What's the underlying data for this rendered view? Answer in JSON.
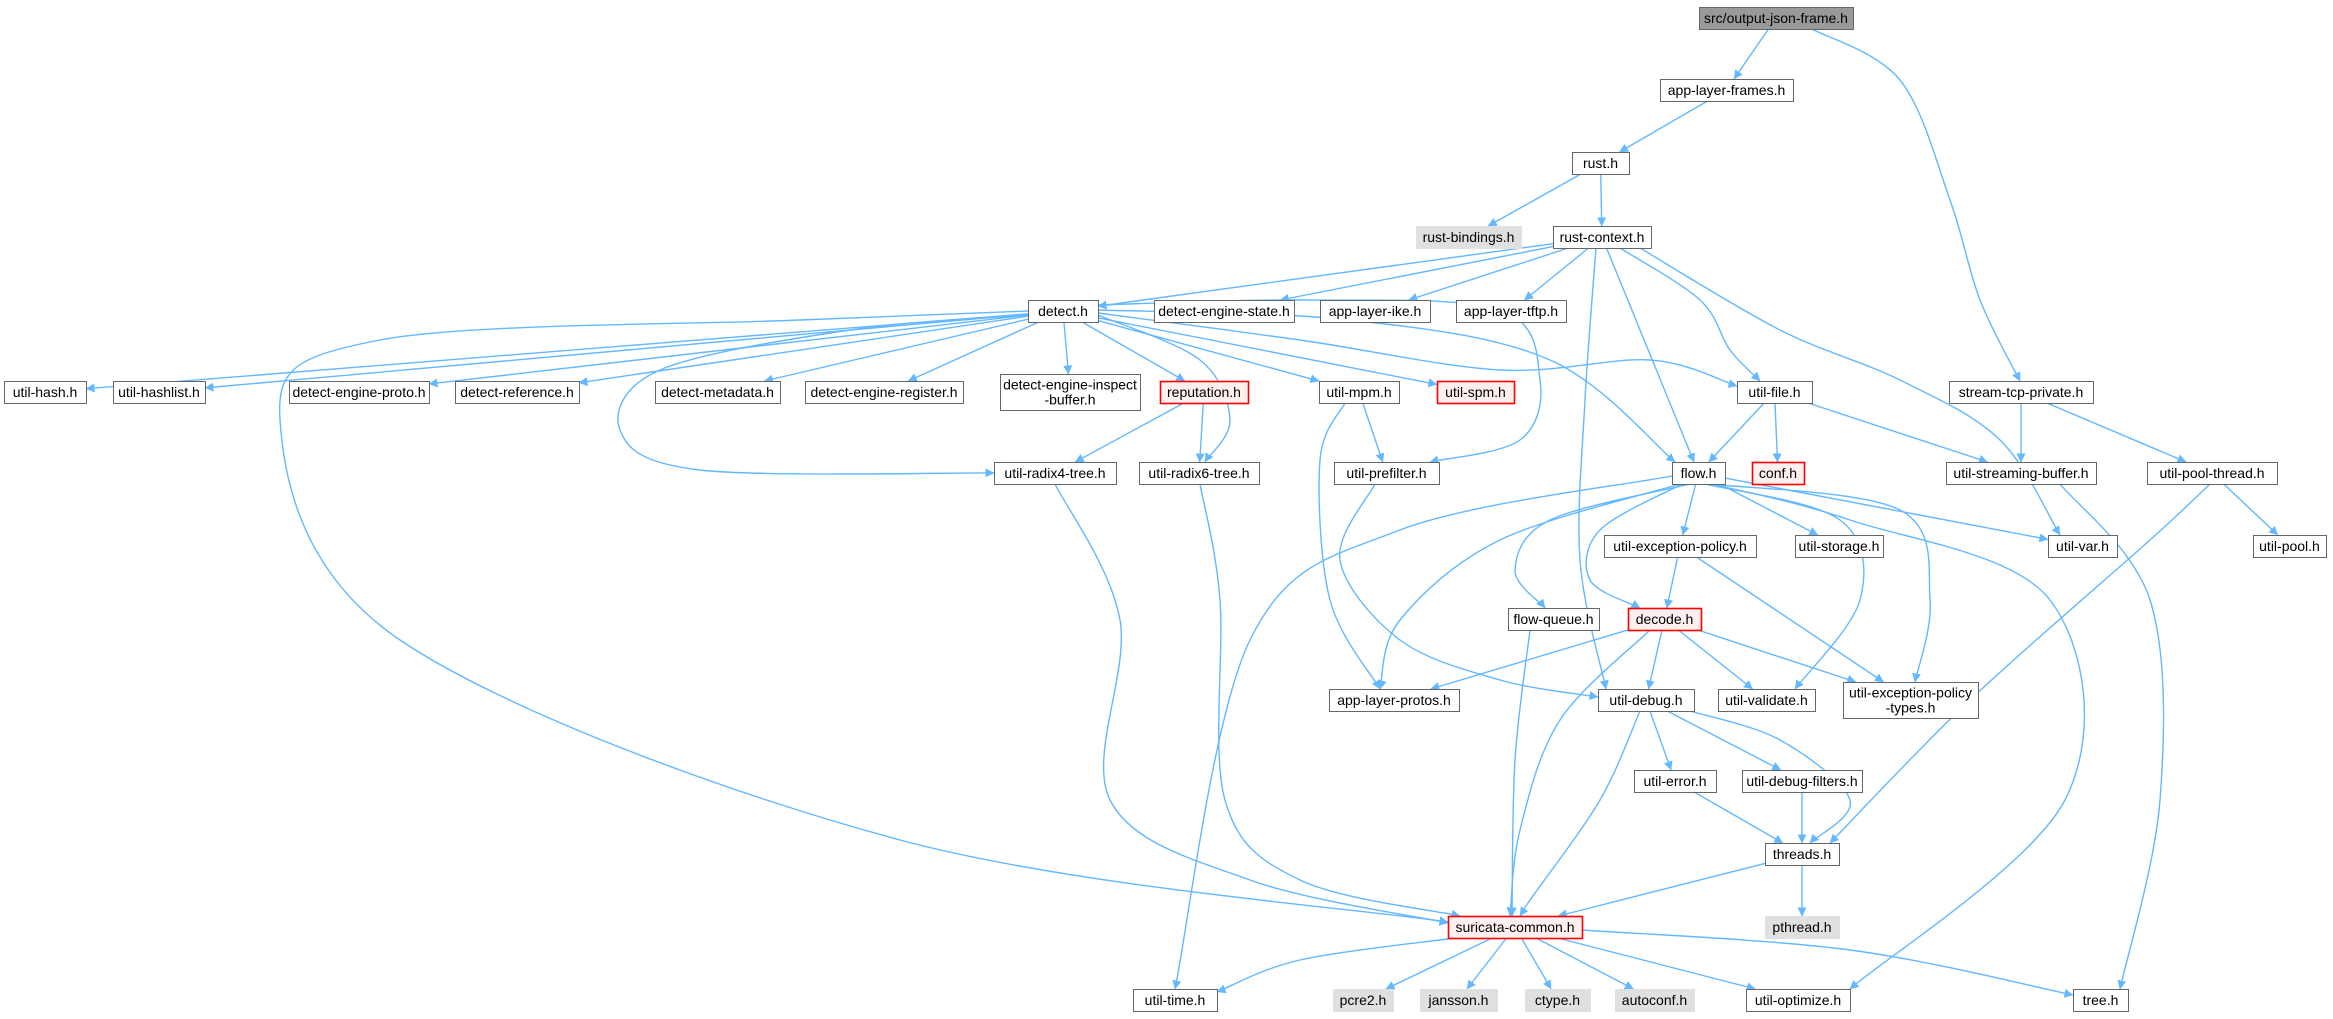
{
  "graph": {
    "colors": {
      "edge": "#63b8ff",
      "node_border": "#666666",
      "node_fill": "#ffffff",
      "root_fill": "#999999",
      "external_fill": "#e0e0e0",
      "truncated_border": "#ff0000",
      "truncated_fill": "#fff0f0"
    },
    "nodes": [
      {
        "id": "output_json_frame",
        "label": "src/output-json-frame.h",
        "kind": "root"
      },
      {
        "id": "app_layer_frames",
        "label": "app-layer-frames.h",
        "kind": "normal"
      },
      {
        "id": "rust",
        "label": "rust.h",
        "kind": "normal"
      },
      {
        "id": "rust_bindings",
        "label": "rust-bindings.h",
        "kind": "external"
      },
      {
        "id": "rust_context",
        "label": "rust-context.h",
        "kind": "normal"
      },
      {
        "id": "detect",
        "label": "detect.h",
        "kind": "normal"
      },
      {
        "id": "detect_engine_state",
        "label": "detect-engine-state.h",
        "kind": "normal"
      },
      {
        "id": "app_layer_ike",
        "label": "app-layer-ike.h",
        "kind": "normal"
      },
      {
        "id": "app_layer_tftp",
        "label": "app-layer-tftp.h",
        "kind": "normal"
      },
      {
        "id": "util_hash",
        "label": "util-hash.h",
        "kind": "normal"
      },
      {
        "id": "util_hashlist",
        "label": "util-hashlist.h",
        "kind": "normal"
      },
      {
        "id": "detect_engine_proto",
        "label": "detect-engine-proto.h",
        "kind": "normal"
      },
      {
        "id": "detect_reference",
        "label": "detect-reference.h",
        "kind": "normal"
      },
      {
        "id": "detect_metadata",
        "label": "detect-metadata.h",
        "kind": "normal"
      },
      {
        "id": "detect_engine_register",
        "label": "detect-engine-register.h",
        "kind": "normal"
      },
      {
        "id": "detect_engine_inspect_buffer",
        "label": [
          "detect-engine-inspect",
          "-buffer.h"
        ],
        "kind": "normal"
      },
      {
        "id": "reputation",
        "label": "reputation.h",
        "kind": "truncated"
      },
      {
        "id": "util_mpm",
        "label": "util-mpm.h",
        "kind": "normal"
      },
      {
        "id": "util_spm",
        "label": "util-spm.h",
        "kind": "truncated"
      },
      {
        "id": "util_file",
        "label": "util-file.h",
        "kind": "normal"
      },
      {
        "id": "stream_tcp_private",
        "label": "stream-tcp-private.h",
        "kind": "normal"
      },
      {
        "id": "util_radix4_tree",
        "label": "util-radix4-tree.h",
        "kind": "normal"
      },
      {
        "id": "util_radix6_tree",
        "label": "util-radix6-tree.h",
        "kind": "normal"
      },
      {
        "id": "util_prefilter",
        "label": "util-prefilter.h",
        "kind": "normal"
      },
      {
        "id": "flow",
        "label": "flow.h",
        "kind": "normal"
      },
      {
        "id": "conf",
        "label": "conf.h",
        "kind": "truncated"
      },
      {
        "id": "util_streaming_buffer",
        "label": "util-streaming-buffer.h",
        "kind": "normal"
      },
      {
        "id": "util_pool_thread",
        "label": "util-pool-thread.h",
        "kind": "normal"
      },
      {
        "id": "util_exception_policy",
        "label": "util-exception-policy.h",
        "kind": "normal"
      },
      {
        "id": "util_storage",
        "label": "util-storage.h",
        "kind": "normal"
      },
      {
        "id": "util_var",
        "label": "util-var.h",
        "kind": "normal"
      },
      {
        "id": "util_pool",
        "label": "util-pool.h",
        "kind": "normal"
      },
      {
        "id": "flow_queue",
        "label": "flow-queue.h",
        "kind": "normal"
      },
      {
        "id": "decode",
        "label": "decode.h",
        "kind": "truncated"
      },
      {
        "id": "app_layer_protos",
        "label": "app-layer-protos.h",
        "kind": "normal"
      },
      {
        "id": "util_debug",
        "label": "util-debug.h",
        "kind": "normal"
      },
      {
        "id": "util_validate",
        "label": "util-validate.h",
        "kind": "normal"
      },
      {
        "id": "util_exception_policy_types",
        "label": [
          "util-exception-policy",
          "-types.h"
        ],
        "kind": "normal"
      },
      {
        "id": "util_error",
        "label": "util-error.h",
        "kind": "normal"
      },
      {
        "id": "util_debug_filters",
        "label": "util-debug-filters.h",
        "kind": "normal"
      },
      {
        "id": "threads",
        "label": "threads.h",
        "kind": "normal"
      },
      {
        "id": "pthread",
        "label": "pthread.h",
        "kind": "external"
      },
      {
        "id": "suricata_common",
        "label": "suricata-common.h",
        "kind": "truncated"
      },
      {
        "id": "util_time",
        "label": "util-time.h",
        "kind": "normal"
      },
      {
        "id": "pcre2",
        "label": "pcre2.h",
        "kind": "external"
      },
      {
        "id": "jansson",
        "label": "jansson.h",
        "kind": "external"
      },
      {
        "id": "ctype",
        "label": "ctype.h",
        "kind": "external"
      },
      {
        "id": "autoconf",
        "label": "autoconf.h",
        "kind": "external"
      },
      {
        "id": "util_optimize",
        "label": "util-optimize.h",
        "kind": "normal"
      },
      {
        "id": "tree",
        "label": "tree.h",
        "kind": "normal"
      }
    ],
    "edges": [
      [
        "output_json_frame",
        "app_layer_frames"
      ],
      [
        "output_json_frame",
        "stream_tcp_private"
      ],
      [
        "app_layer_frames",
        "rust"
      ],
      [
        "rust",
        "rust_bindings"
      ],
      [
        "rust",
        "rust_context"
      ],
      [
        "rust_context",
        "detect"
      ],
      [
        "rust_context",
        "detect_engine_state"
      ],
      [
        "rust_context",
        "app_layer_ike"
      ],
      [
        "rust_context",
        "app_layer_tftp"
      ],
      [
        "rust_context",
        "util_file"
      ],
      [
        "rust_context",
        "flow"
      ],
      [
        "rust_context",
        "util_debug"
      ],
      [
        "rust_context",
        "util_var"
      ],
      [
        "detect",
        "util_hash"
      ],
      [
        "detect",
        "util_hashlist"
      ],
      [
        "detect",
        "detect_engine_proto"
      ],
      [
        "detect",
        "detect_reference"
      ],
      [
        "detect",
        "detect_metadata"
      ],
      [
        "detect",
        "detect_engine_register"
      ],
      [
        "detect",
        "detect_engine_inspect_buffer"
      ],
      [
        "detect",
        "reputation"
      ],
      [
        "detect",
        "util_mpm"
      ],
      [
        "detect",
        "util_spm"
      ],
      [
        "detect",
        "util_file"
      ],
      [
        "detect",
        "flow"
      ],
      [
        "detect",
        "util_radix4_tree"
      ],
      [
        "detect",
        "util_radix6_tree"
      ],
      [
        "detect",
        "util_prefilter"
      ],
      [
        "detect",
        "suricata_common"
      ],
      [
        "reputation",
        "util_radix4_tree"
      ],
      [
        "reputation",
        "util_radix6_tree"
      ],
      [
        "util_mpm",
        "util_prefilter"
      ],
      [
        "util_mpm",
        "app_layer_protos"
      ],
      [
        "util_file",
        "flow"
      ],
      [
        "util_file",
        "conf"
      ],
      [
        "util_file",
        "util_streaming_buffer"
      ],
      [
        "stream_tcp_private",
        "util_streaming_buffer"
      ],
      [
        "stream_tcp_private",
        "util_pool_thread"
      ],
      [
        "util_pool_thread",
        "util_pool"
      ],
      [
        "util_pool_thread",
        "threads"
      ],
      [
        "util_streaming_buffer",
        "tree"
      ],
      [
        "util_radix4_tree",
        "suricata_common"
      ],
      [
        "util_radix6_tree",
        "suricata_common"
      ],
      [
        "util_prefilter",
        "util_debug"
      ],
      [
        "flow",
        "util_exception_policy"
      ],
      [
        "flow",
        "util_storage"
      ],
      [
        "flow",
        "util_var"
      ],
      [
        "flow",
        "flow_queue"
      ],
      [
        "flow",
        "decode"
      ],
      [
        "flow",
        "app_layer_protos"
      ],
      [
        "flow",
        "util_validate"
      ],
      [
        "flow",
        "util_exception_policy_types"
      ],
      [
        "flow",
        "util_time"
      ],
      [
        "flow",
        "util_optimize"
      ],
      [
        "util_exception_policy",
        "decode"
      ],
      [
        "util_exception_policy",
        "util_exception_policy_types"
      ],
      [
        "flow_queue",
        "suricata_common"
      ],
      [
        "decode",
        "app_layer_protos"
      ],
      [
        "decode",
        "util_debug"
      ],
      [
        "decode",
        "util_validate"
      ],
      [
        "decode",
        "util_exception_policy_types"
      ],
      [
        "decode",
        "suricata_common"
      ],
      [
        "util_debug",
        "util_error"
      ],
      [
        "util_debug",
        "util_debug_filters"
      ],
      [
        "util_debug",
        "threads"
      ],
      [
        "util_debug",
        "suricata_common"
      ],
      [
        "util_error",
        "threads"
      ],
      [
        "util_debug_filters",
        "threads"
      ],
      [
        "threads",
        "pthread"
      ],
      [
        "threads",
        "suricata_common"
      ],
      [
        "suricata_common",
        "util_time"
      ],
      [
        "suricata_common",
        "pcre2"
      ],
      [
        "suricata_common",
        "jansson"
      ],
      [
        "suricata_common",
        "ctype"
      ],
      [
        "suricata_common",
        "autoconf"
      ],
      [
        "suricata_common",
        "util_optimize"
      ],
      [
        "suricata_common",
        "tree"
      ]
    ]
  }
}
